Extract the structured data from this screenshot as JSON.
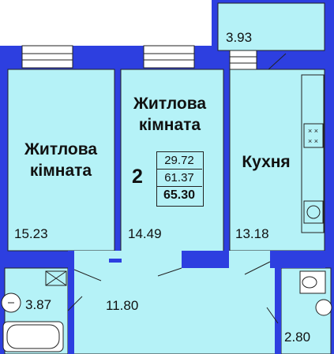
{
  "colors": {
    "wall": "#2d3fe0",
    "room_fill": "#b5f2f7",
    "outline": "#222222",
    "background": "#ffffff"
  },
  "rooms": {
    "living_room_left": {
      "name": "Житлова\nкімната",
      "area": "15.23"
    },
    "living_room_middle": {
      "name": "Житлова\nкімната",
      "area": "14.49"
    },
    "kitchen": {
      "name": "Кухня",
      "area": "13.18"
    },
    "balcony": {
      "area": "3.93"
    },
    "bathroom": {
      "area": "3.87"
    },
    "hallway": {
      "area": "11.80"
    },
    "toilet": {
      "area": "2.80"
    }
  },
  "summary": {
    "room_count": "2",
    "living_area": "29.72",
    "total_area_ex_balcony": "61.37",
    "total_area": "65.30"
  },
  "fixtures": [
    "window",
    "stove",
    "sink",
    "toilet",
    "bathtub",
    "ventilation-shaft"
  ]
}
